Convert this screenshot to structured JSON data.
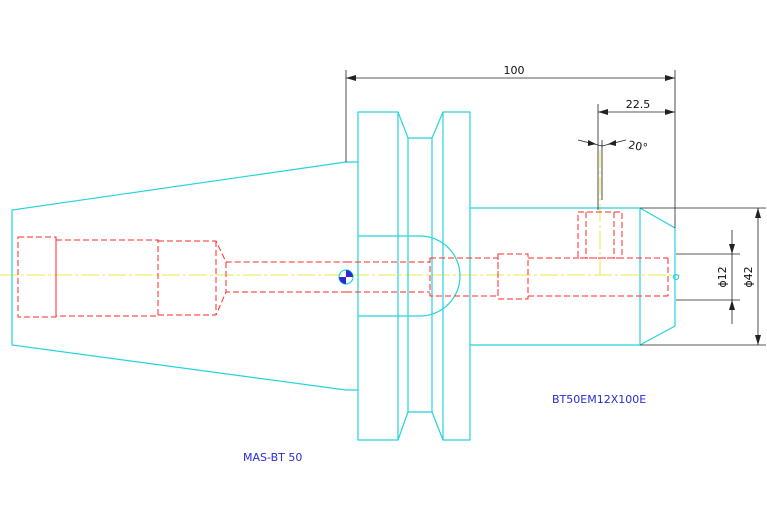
{
  "dimensions": {
    "overall_length": "100",
    "taper_length": "22.5",
    "taper_angle": "20°",
    "bore_diameter": "ϕ12",
    "shank_diameter": "ϕ42"
  },
  "labels": {
    "part_code": "BT50EM12X100E",
    "spindle_taper": "MAS-BT 50"
  },
  "colors": {
    "outline": "#26d3dd",
    "hidden_lines": "#ff2a2a",
    "center_line": "#e8e84a",
    "dimension_lines": "#222222",
    "label_text": "#2b2bd6"
  }
}
